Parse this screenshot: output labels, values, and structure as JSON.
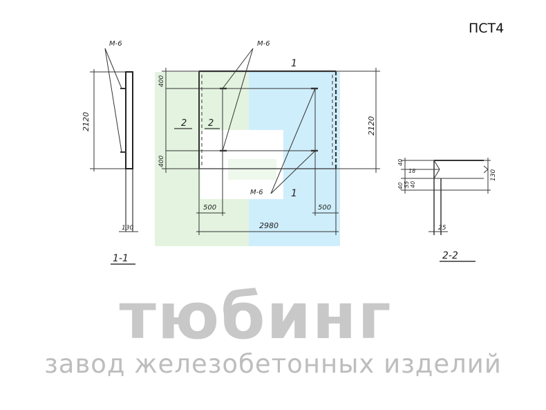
{
  "product_code": "ПСТ4",
  "brand": {
    "name": "тюбинг",
    "tagline": "завод железобетонных изделий",
    "colors": {
      "green": "#e3f3df",
      "blue": "#cfeefb",
      "text": "#c8c8c8"
    }
  },
  "drawing": {
    "anchor_label": "М-6",
    "section_mark": "1",
    "side_section_mark": "2",
    "dim_height": "2120",
    "dim_width": "2980",
    "dim_edge_offset": "500",
    "dim_anchor_offset": "400",
    "dim_thickness": "130",
    "detail_dims": [
      "40",
      "18",
      "40",
      "55",
      "40"
    ],
    "detail_thickness": "130",
    "detail_depth": "25",
    "section_1_label": "1-1",
    "section_2_label": "2-2"
  }
}
